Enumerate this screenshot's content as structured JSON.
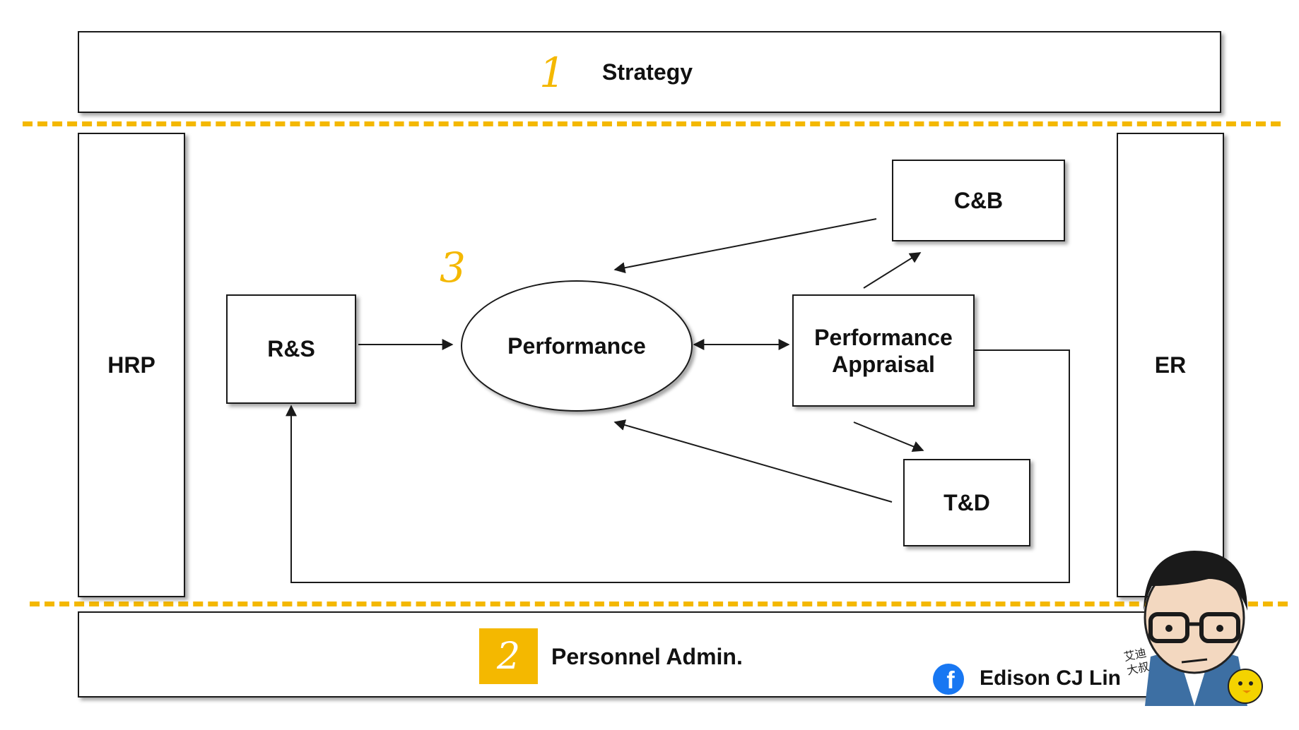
{
  "strategy": {
    "number": "1",
    "label": "Strategy"
  },
  "personnel": {
    "number": "2",
    "label": "Personnel Admin."
  },
  "core": {
    "number": "3"
  },
  "hrp": {
    "label": "HRP"
  },
  "er": {
    "label": "ER"
  },
  "rs": {
    "label": "R&S"
  },
  "performance": {
    "label": "Performance"
  },
  "appraisal": {
    "line1": "Performance",
    "line2": "Appraisal"
  },
  "cb": {
    "label": "C&B"
  },
  "td": {
    "label": "T&D"
  },
  "credit": {
    "name": "Edison CJ Lin",
    "icon": "facebook-icon",
    "avatar_caption": "艾迪 大叔"
  },
  "colors": {
    "accent": "#f4b800",
    "facebook": "#1877f2",
    "line": "#1a1a1a"
  }
}
